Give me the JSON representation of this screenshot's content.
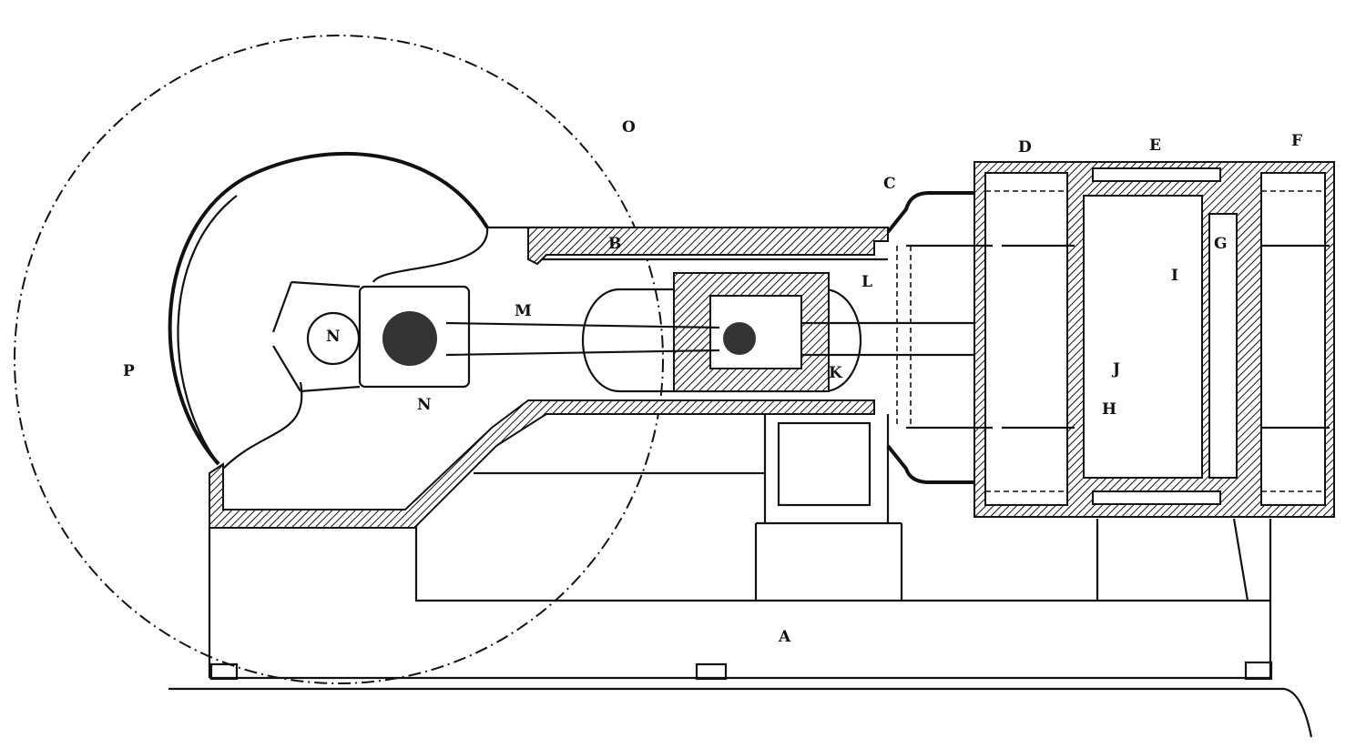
{
  "figure": {
    "labels": {
      "O": "O",
      "P": "P",
      "B": "B",
      "C": "C",
      "D": "D",
      "E": "E",
      "F": "F",
      "G": "G",
      "I": "I",
      "L": "L",
      "M": "M",
      "N1": "N",
      "N2": "N",
      "K": "K",
      "J": "J",
      "H": "H",
      "A": "A"
    }
  }
}
